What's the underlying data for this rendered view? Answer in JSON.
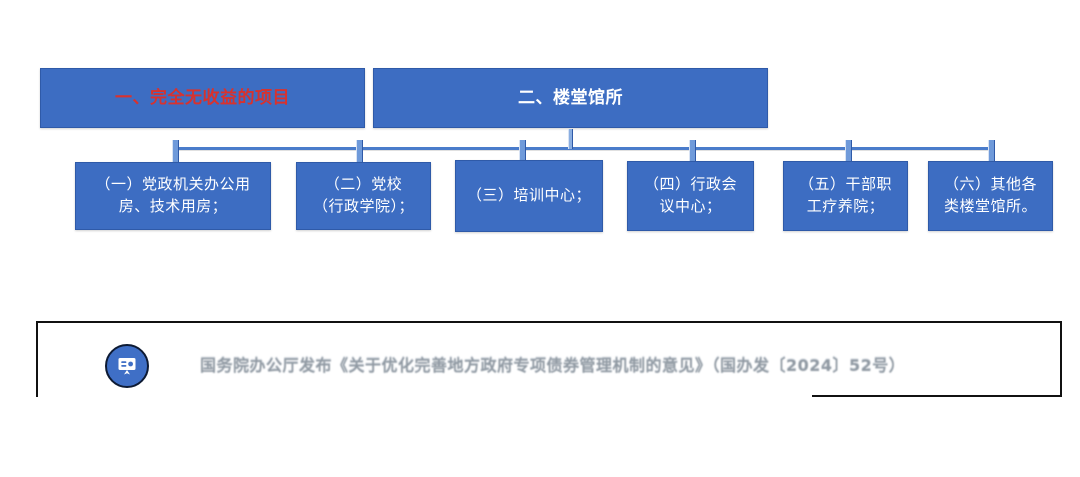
{
  "diagram": {
    "heads": [
      {
        "id": "head-1",
        "label": "一、完全无收益的项目",
        "color": "#d8322e"
      },
      {
        "id": "head-2",
        "label": "二、楼堂馆所",
        "color": "#ffffff"
      }
    ],
    "leaves": [
      {
        "id": "leaf-1",
        "label": "（一）党政机关办公用\n房、技术用房；"
      },
      {
        "id": "leaf-2",
        "label": "（二）党校\n（行政学院）；"
      },
      {
        "id": "leaf-3",
        "label": "（三）培训中心；"
      },
      {
        "id": "leaf-4",
        "label": "（四）行政会\n议中心；"
      },
      {
        "id": "leaf-5",
        "label": "（五）干部职\n工疗养院；"
      },
      {
        "id": "leaf-6",
        "label": "（六）其他各\n类楼堂馆所。"
      }
    ],
    "box_color": "#3d6dc2",
    "connector_color": "#4a7ccb"
  },
  "caption": {
    "icon": "presentation-board-icon",
    "text": "国务院办公厅发布《关于优化完善地方政府专项债券管理机制的意见》（国办发〔2024〕52号）",
    "frame_color": "#111111",
    "text_color": "#7d8893"
  }
}
